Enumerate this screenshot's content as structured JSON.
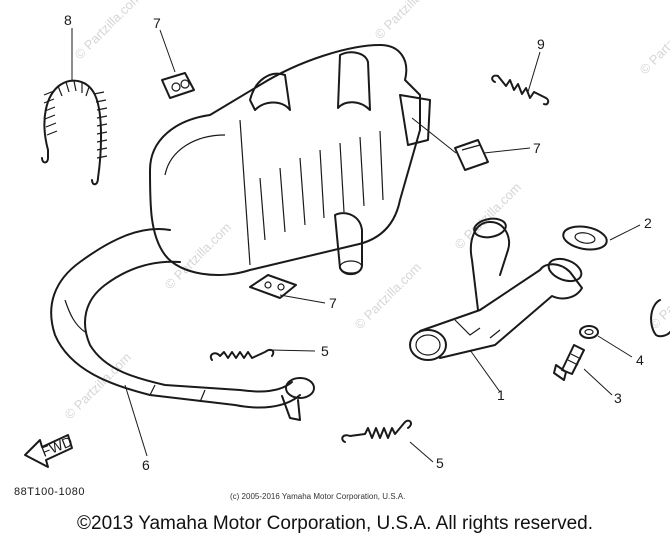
{
  "callouts": {
    "c1": "1",
    "c2": "2",
    "c3": "3",
    "c4": "4",
    "c5a": "5",
    "c5b": "5",
    "c6": "6",
    "c7a": "7",
    "c7b": "7",
    "c7c": "7",
    "c8": "8",
    "c9": "9"
  },
  "watermarks": [
    "© Partzilla.com",
    "© Partzilla.com",
    "© Partzilla.com",
    "© Partzilla.com",
    "© Partzilla.com",
    "© Partzilla.com",
    "© Partzilla.com",
    "© Partzilla.com"
  ],
  "fwd_label": "FWD",
  "diagram_code": "88T100-1080",
  "inner_copyright": "(c) 2005-2016 Yamaha Motor Corporation, U.S.A.",
  "footer": "©2013 Yamaha Motor Corporation, U.S.A. All rights reserved."
}
